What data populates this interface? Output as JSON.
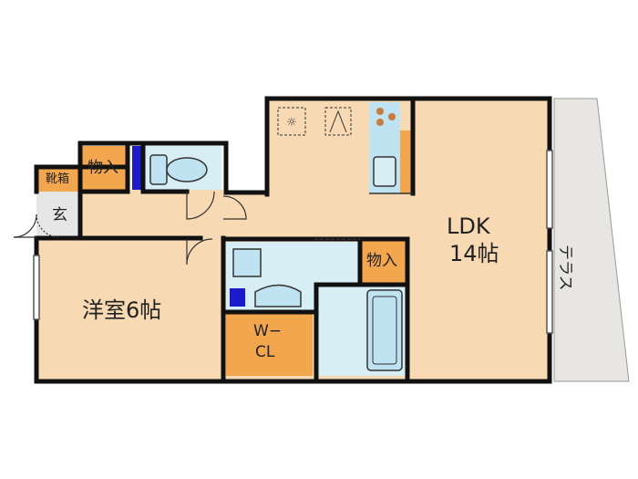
{
  "rooms": {
    "ldk": {
      "name": "LDK",
      "size": "14帖"
    },
    "western": {
      "label": "洋室6帖"
    },
    "wcl": {
      "line1": "W−",
      "line2": "CL"
    },
    "storage_top": "物入",
    "storage_mid": "物入",
    "shoe_box": "靴箱",
    "entrance": "玄",
    "terrace": "テラス"
  },
  "colors": {
    "floor": "#F7D9B3",
    "storage": "#F2A64E",
    "water": "#D8EEF5",
    "fixture": "#BFE3F0",
    "wall": "#111111",
    "terrace": "#E8E6E3",
    "accent": "#1B1BCB",
    "entrance": "#E6E6E6"
  }
}
